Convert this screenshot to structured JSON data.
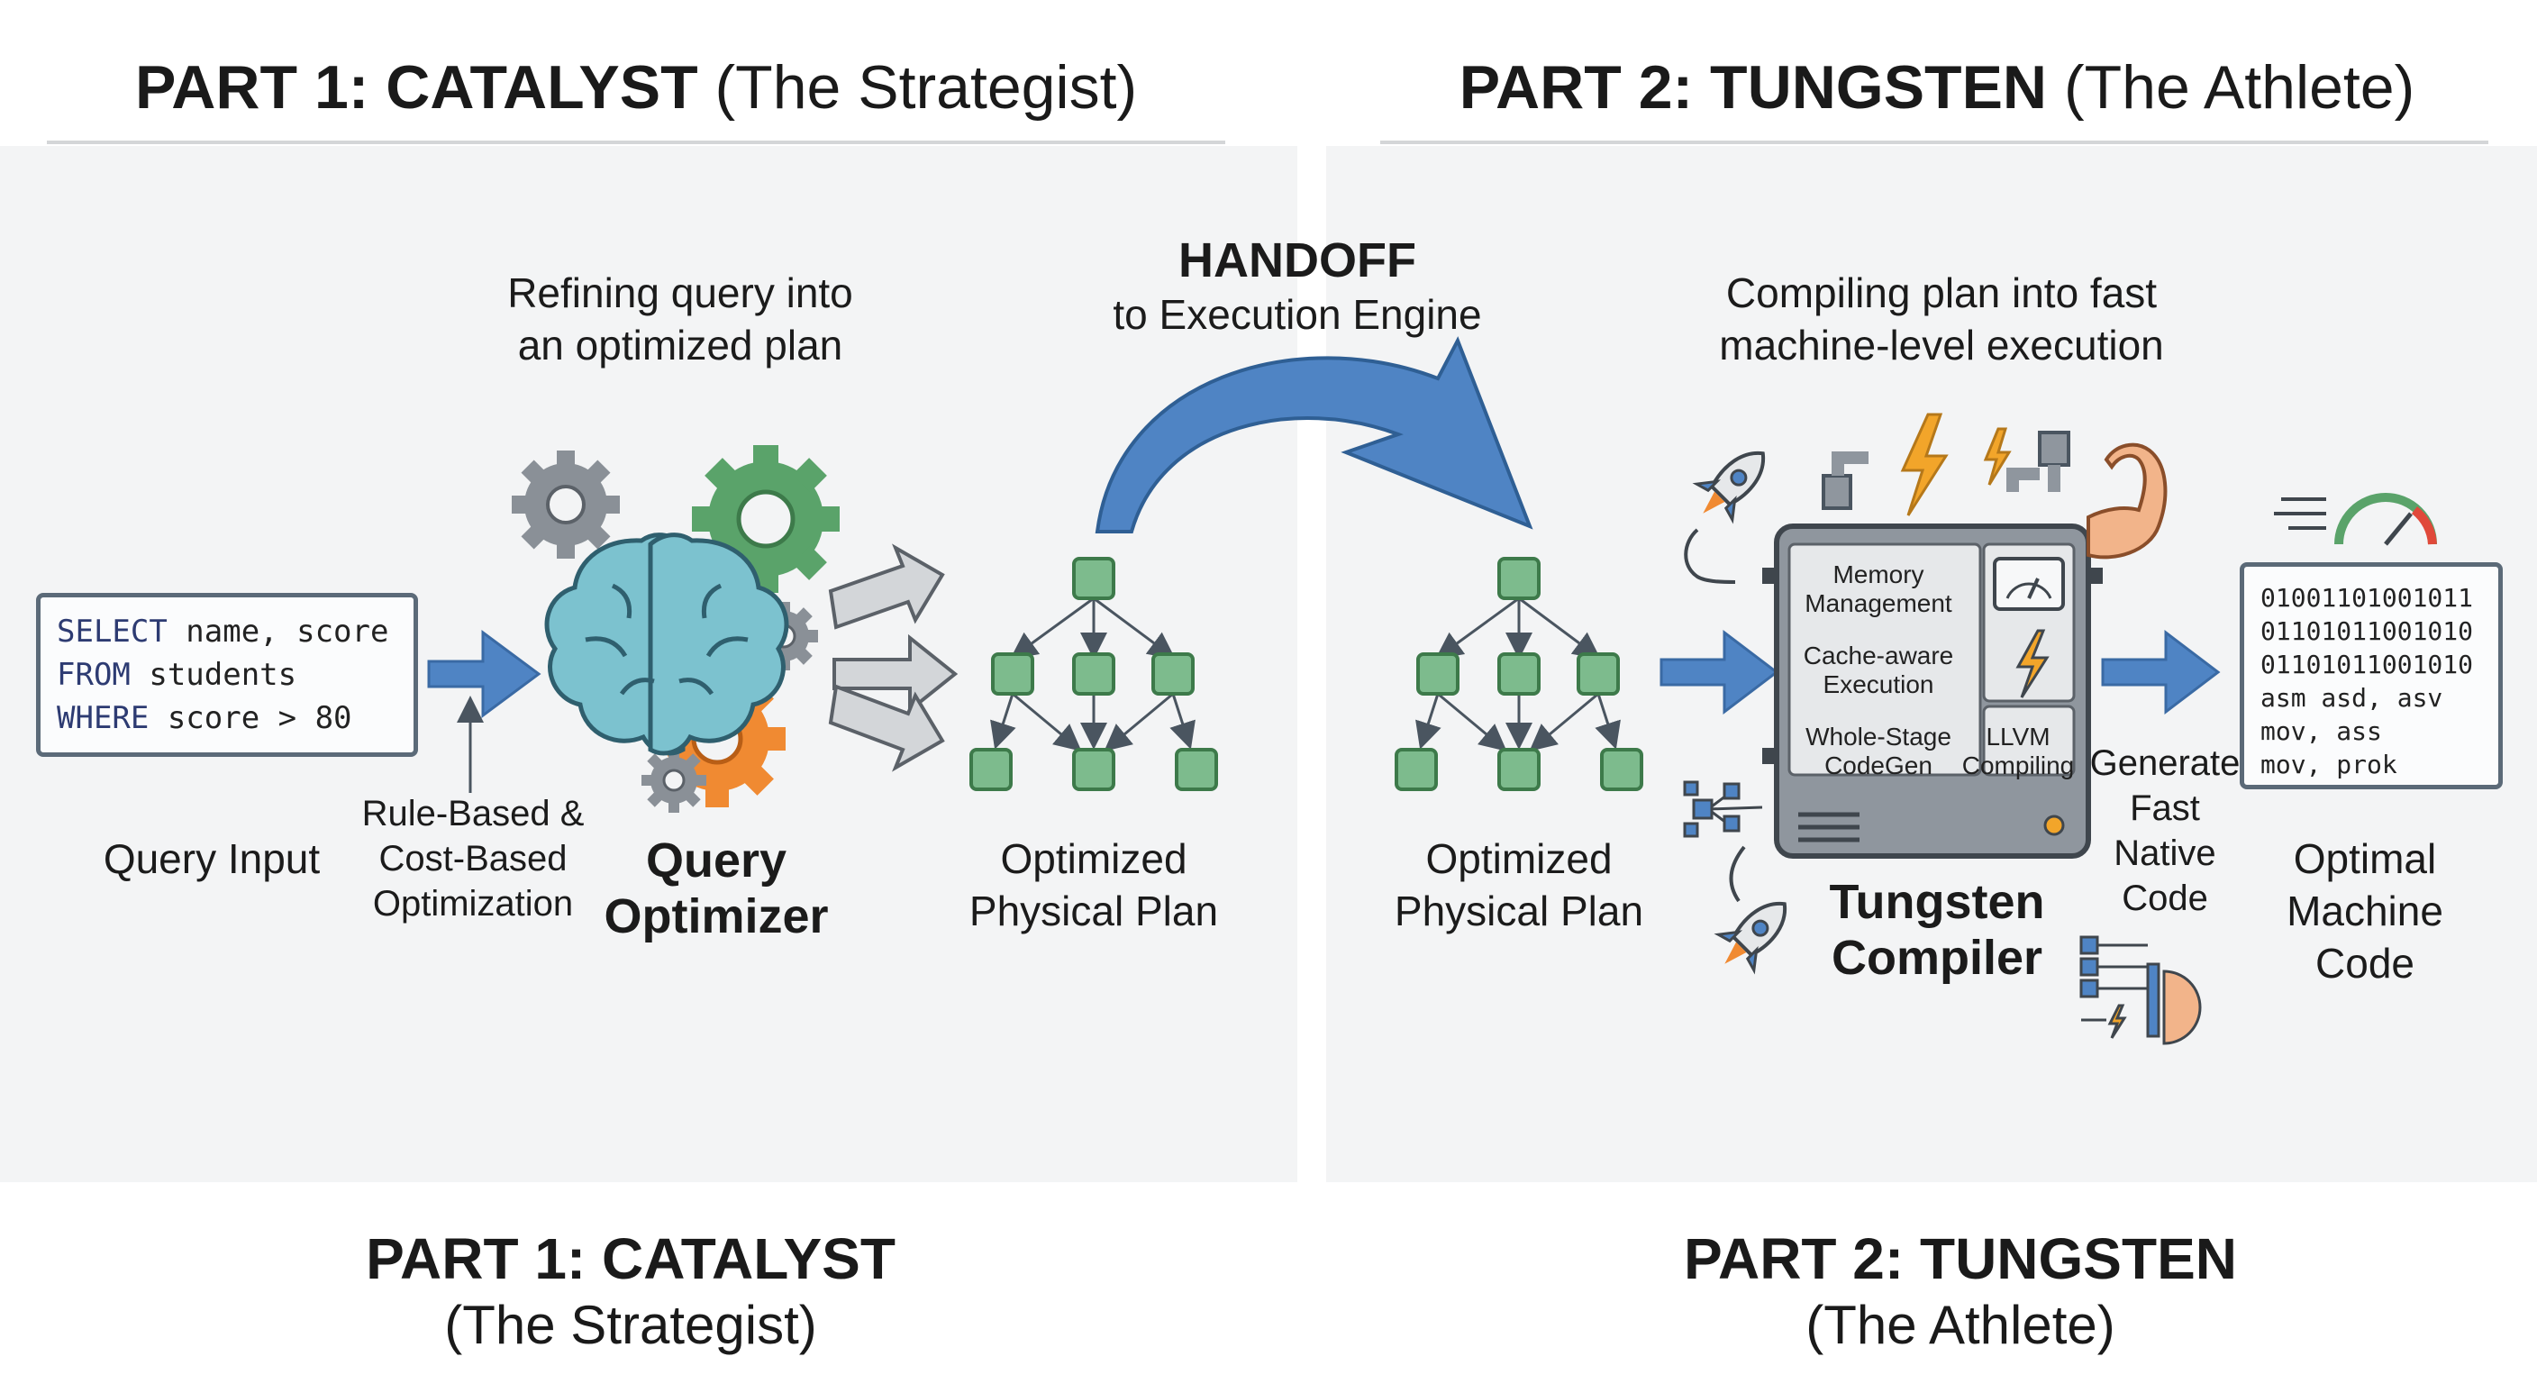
{
  "header": {
    "left_bold": "PART 1: CATALYST",
    "left_normal": "(The Strategist)",
    "right_bold": "PART 2: TUNGSTEN",
    "right_normal": "(The Athlete)"
  },
  "catalyst": {
    "caption": [
      "Refining query into",
      "an optimized plan"
    ],
    "sql_lines": [
      {
        "kw": "SELECT",
        "rest": " name, score"
      },
      {
        "kw": "FROM",
        "rest": " students"
      },
      {
        "kw": "WHERE",
        "rest": " score > 80"
      }
    ],
    "query_input_label": "Query Input",
    "optimization_label": [
      "Rule-Based &",
      "Cost-Based",
      "Optimization"
    ],
    "optimizer_label": [
      "Query",
      "Optimizer"
    ],
    "plan_label": [
      "Optimized",
      "Physical Plan"
    ]
  },
  "handoff": {
    "title": "HANDOFF",
    "subtitle": "to Execution Engine"
  },
  "tungsten": {
    "caption": [
      "Compiling plan into fast",
      "machine-level execution"
    ],
    "plan_label": [
      "Optimized",
      "Physical Plan"
    ],
    "compiler_modules": {
      "memory": [
        "Memory",
        "Management"
      ],
      "cache": [
        "Cache-aware",
        "Execution"
      ],
      "codegen": [
        "Whole-Stage",
        "CodeGen"
      ],
      "llvm": [
        "LLVM",
        "Compiling"
      ]
    },
    "compiler_label": [
      "Tungsten",
      "Compiler"
    ],
    "generate_label": [
      "Generate",
      "Fast",
      "Native",
      "Code"
    ],
    "machine_code_lines": [
      "01001101001011",
      "01101011001010",
      "01101011001010",
      "asm asd, asv",
      "mov, ass",
      "mov, prok"
    ],
    "output_label": [
      "Optimal",
      "Machine",
      "Code"
    ]
  },
  "footer": {
    "left_title": "PART 1: CATALYST",
    "left_sub": "(The Strategist)",
    "right_title": "PART 2: TUNGSTEN",
    "right_sub": "(The Athlete)"
  },
  "colors": {
    "arrow_blue": "#4f84c4",
    "node_green": "#7dbb8d",
    "brain_teal": "#7cc2cf",
    "gear_gray": "#8a9097",
    "gear_green": "#5aa36a",
    "gear_orange": "#f08a32",
    "bolt": "#f2a52a",
    "compiler_gray": "#8f969e"
  }
}
